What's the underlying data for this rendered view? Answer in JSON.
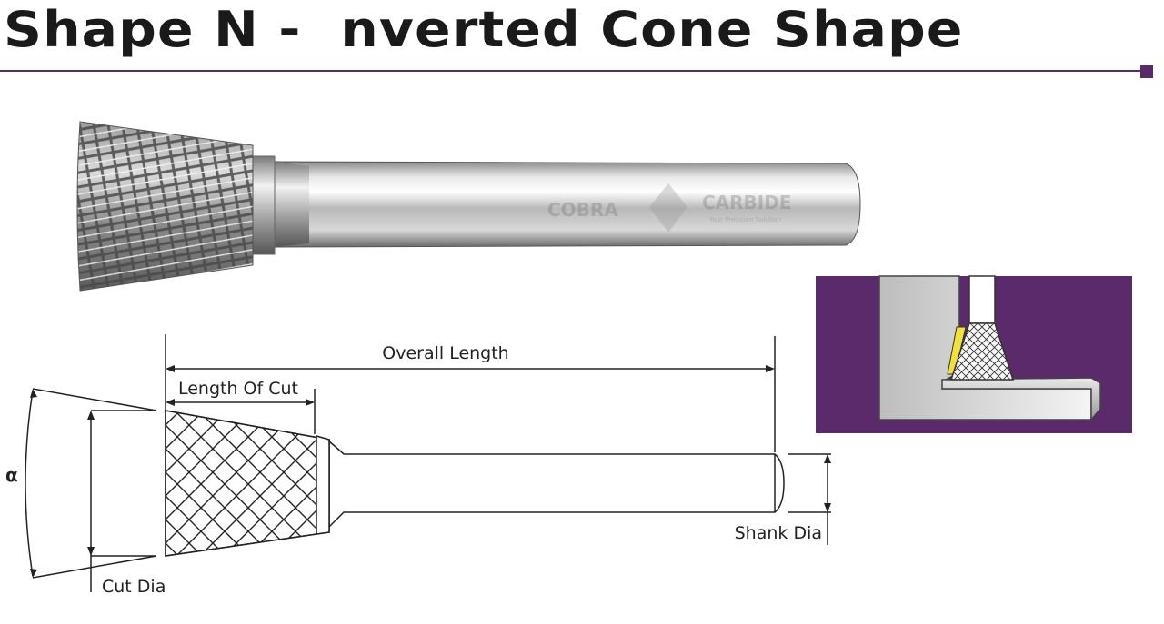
{
  "title": "Shape N -  nverted Cone Shape",
  "brand": {
    "watermark_left": "COBRA",
    "watermark_right": "CARBIDE",
    "watermark_tagline": "Your Precision Solution"
  },
  "dimensions": {
    "overall_length": "Overall Length",
    "length_of_cut": "Length Of Cut",
    "cut_dia": "Cut Dia",
    "shank_dia": "Shank Dia",
    "angle": "α"
  },
  "colors": {
    "accent": "#5a2a6a",
    "panel": "#5b2a6b",
    "line": "#222222"
  }
}
